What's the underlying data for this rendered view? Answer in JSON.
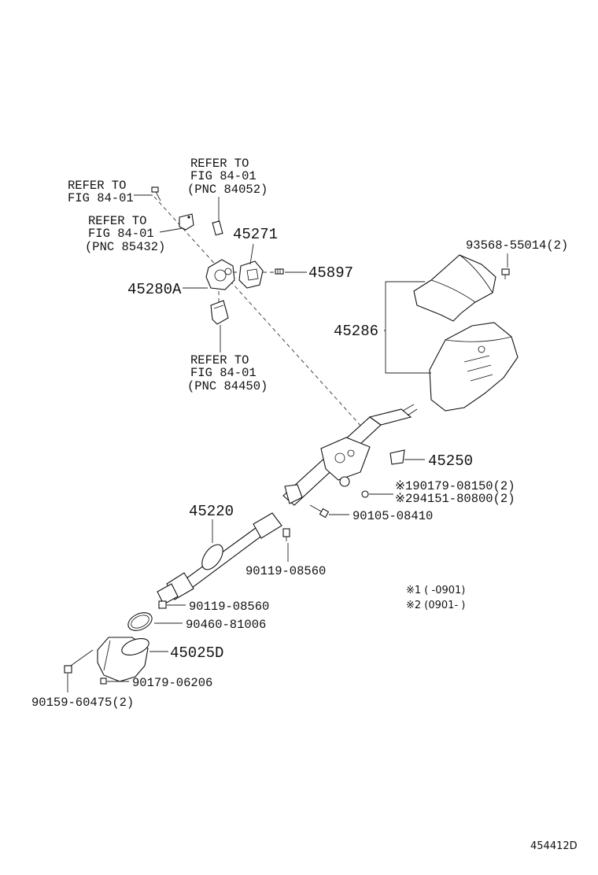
{
  "labels": {
    "refer_top_left": [
      "REFER TO",
      "FIG 84-01"
    ],
    "refer_top_mid": [
      "REFER TO",
      "FIG 84-01",
      "(PNC 84052)"
    ],
    "refer_left": [
      "REFER TO",
      "FIG 84-01",
      "(PNC 85432)"
    ],
    "refer_bottom": [
      "REFER TO",
      "FIG 84-01",
      "(PNC 84450)"
    ],
    "p45271": "45271",
    "p45897": "45897",
    "p45280A": "45280A",
    "p93568": "93568-55014(2)",
    "p45286": "45286",
    "p45250": "45250",
    "p90179_08150": "※190179-08150(2)",
    "p94151": "※294151-80800(2)",
    "p90105": "90105-08410",
    "p45220": "45220",
    "p90119_a": "90119-08560",
    "p90119_b": "90119-08560",
    "p90460": "90460-81006",
    "p45025D": "45025D",
    "p90179_06206": "90179-06206",
    "p90159": "90159-60475(2)",
    "note1": "※1 (    -0901)",
    "note2": "※2 (0901-    )",
    "figure_id": "454412D"
  }
}
